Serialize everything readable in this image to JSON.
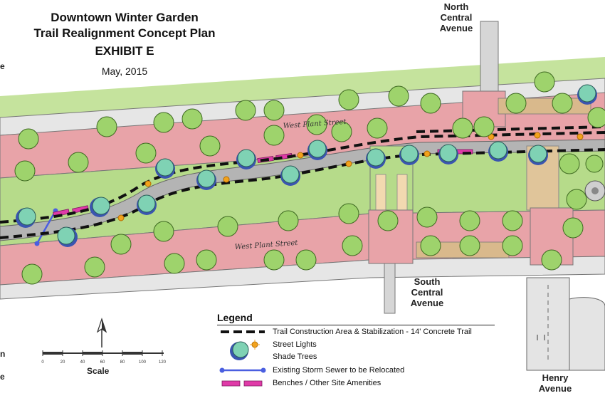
{
  "title": {
    "line1": "Downtown Winter Garden",
    "line2": "Trail Realignment Concept Plan",
    "line3": "EXHIBIT E",
    "date": "May, 2015"
  },
  "streets": {
    "north_central": "North\nCentral\nAvenue",
    "south_central": "South\nCentral\nAvenue",
    "henry": "Henry\nAvenue",
    "west_plant_upper": "West Plant Street",
    "west_plant_lower": "West Plant Street"
  },
  "legend": {
    "title": "Legend",
    "items": [
      {
        "icon": "dashed-trail-line",
        "label": "Trail Construction Area & Stabilization - 14' Concrete Trail"
      },
      {
        "icon": "street-light-icon",
        "label": "Street Lights"
      },
      {
        "icon": "shade-tree-icon",
        "label": "Shade Trees"
      },
      {
        "icon": "storm-sewer-line",
        "label": "Existing Storm Sewer to be Relocated"
      },
      {
        "icon": "bench-icon",
        "label": "Benches / Other Site Amenities"
      }
    ]
  },
  "scale": {
    "label": "Scale",
    "ticks": [
      "0",
      "20",
      "40",
      "60",
      "80",
      "100",
      "120"
    ]
  },
  "edge_fragments": {
    "left_top": "e",
    "left_mid": "n",
    "left_bottom": "e"
  },
  "colors": {
    "road_pink": "#e8a3a8",
    "grass_green": "#b6db8a",
    "sidewalk": "#d9d9d9",
    "tree_green": "#9ed36c",
    "tree_shadow": "#2a4a9a",
    "trail_dash": "#111111",
    "storm_sewer": "#4a5fe0",
    "bench_magenta": "#e03aa8",
    "light_orange": "#f2a21c"
  }
}
